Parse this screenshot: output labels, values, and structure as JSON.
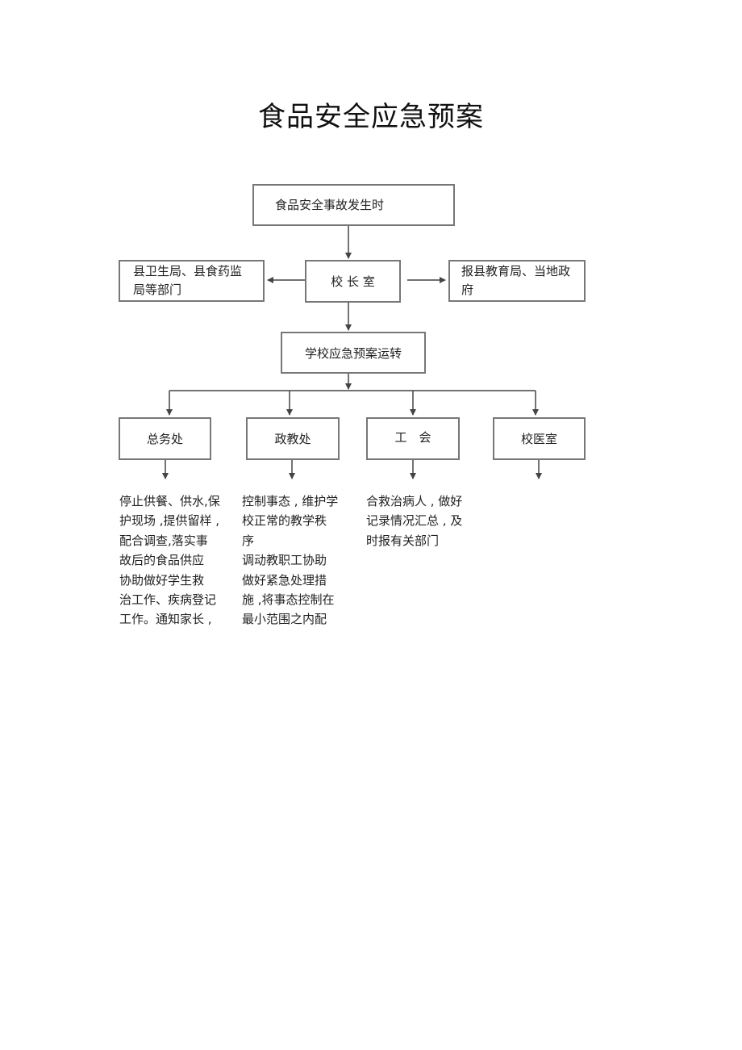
{
  "title": "食品安全应急预案",
  "flowchart": {
    "start": "食品安全事故发生时",
    "left_report": "县卫生局、县食药监局等部门",
    "principal_office": "校 长 室",
    "right_report": "报县教育局、当地政府",
    "plan_operation": "学校应急预案运转",
    "departments": [
      {
        "label": "总务处",
        "duties": "停止供餐、供水,保\n护现场 ,提供留样 ,\n配合调查,落实事\n故后的食品供应\n协助做好学生救\n治工作、疾病登记\n工作。通知家长 ,"
      },
      {
        "label": "政教处",
        "duties": "控制事态 , 维护学\n校正常的教学秩\n序\n调动教职工协助\n做好紧急处理措\n施 ,将事态控制在\n最小范围之内配"
      },
      {
        "label": "工　会",
        "duties": "合救治病人 , 做好\n记录情况汇总 , 及\n时报有关部门"
      },
      {
        "label": "校医室",
        "duties": ""
      }
    ]
  }
}
